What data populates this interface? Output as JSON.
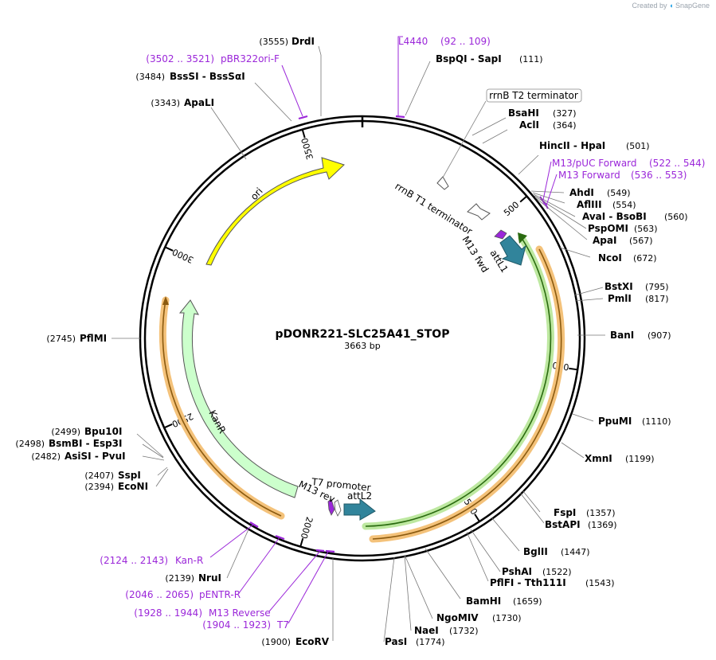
{
  "watermark": {
    "prefix": "Created by",
    "brand": "SnapGene"
  },
  "plasmid": {
    "name": "pDONR221-SLC25A41_STOP",
    "size_label": "3663 bp",
    "length": 3663
  },
  "ticks": [
    {
      "label": "500",
      "pos": 500
    },
    {
      "label": "1000",
      "pos": 1000
    },
    {
      "label": "1500",
      "pos": 1500
    },
    {
      "label": "2000",
      "pos": 2000
    },
    {
      "label": "2500",
      "pos": 2500
    },
    {
      "label": "3000",
      "pos": 3000
    },
    {
      "label": "3500",
      "pos": 3500
    }
  ],
  "sites": [
    {
      "pre": "(3555)",
      "name": "DrdI"
    },
    {
      "name": "BspQI - SapI",
      "post": "(111)"
    },
    {
      "name": "BsaHI",
      "post": "(327)"
    },
    {
      "name": "AclI",
      "post": "(364)"
    },
    {
      "name": "HincII - HpaI",
      "post": "(501)"
    },
    {
      "name": "AhdI",
      "post": "(549)"
    },
    {
      "name": "AflIII",
      "post": "(554)"
    },
    {
      "name": "AvaI - BsoBI",
      "post": "(560)"
    },
    {
      "name": "PspOMI",
      "post": "(563)"
    },
    {
      "name": "ApaI",
      "post": "(567)"
    },
    {
      "name": "NcoI",
      "post": "(672)"
    },
    {
      "name": "BstXI",
      "post": "(795)"
    },
    {
      "name": "PmlI",
      "post": "(817)"
    },
    {
      "name": "BanI",
      "post": "(907)"
    },
    {
      "name": "PpuMI",
      "post": "(1110)"
    },
    {
      "name": "XmnI",
      "post": "(1199)"
    },
    {
      "name": "FspI",
      "post": "(1357)"
    },
    {
      "name": "BstAPI",
      "post": "(1369)"
    },
    {
      "name": "BglII",
      "post": "(1447)"
    },
    {
      "name": "PshAI",
      "post": "(1522)"
    },
    {
      "name": "PflFI - Tth111I",
      "post": "(1543)"
    },
    {
      "name": "BamHI",
      "post": "(1659)"
    },
    {
      "name": "NgoMIV",
      "post": "(1730)"
    },
    {
      "name": "NaeI",
      "post": "(1732)"
    },
    {
      "name": "PasI",
      "post": "(1774)"
    },
    {
      "pre": "(1900)",
      "name": "EcoRV"
    },
    {
      "pre": "(2139)",
      "name": "NruI"
    },
    {
      "pre": "(2394)",
      "name": "EcoNI"
    },
    {
      "pre": "(2407)",
      "name": "SspI"
    },
    {
      "pre": "(2482)",
      "name": "AsiSI - PvuI"
    },
    {
      "pre": "(2498)",
      "name": "BsmBI - Esp3I"
    },
    {
      "pre": "(2499)",
      "name": "Bpu10I"
    },
    {
      "pre": "(2745)",
      "name": "PflMI"
    },
    {
      "pre": "(3343)",
      "name": "ApaLI"
    },
    {
      "pre": "(3484)",
      "name": "BssSI - BssSαI"
    }
  ],
  "primers": [
    {
      "name": "L4440",
      "range": "(92 .. 109)"
    },
    {
      "name": "M13/pUC Forward",
      "range": "(522 .. 544)"
    },
    {
      "name": "M13 Forward",
      "range": "(536 .. 553)"
    },
    {
      "range": "(2124 .. 2143)",
      "name": "Kan-R"
    },
    {
      "range": "(2046 .. 2065)",
      "name": "pENTR-R"
    },
    {
      "range": "(1928 .. 1944)",
      "name": "M13 Reverse"
    },
    {
      "range": "(1904 .. 1923)",
      "name": "T7"
    },
    {
      "range": "(3502 .. 3521)",
      "name": "pBR322ori-F"
    }
  ],
  "features": {
    "rrnB_T2": "rrnB T2 terminator",
    "rrnB_T1": "rrnB T1 terminator",
    "m13_fwd": "M13 fwd",
    "attL1": "attL1",
    "attL2": "attL2",
    "t7_promoter": "T7 promoter",
    "m13_rev": "M13 rev",
    "kanR": "KanR",
    "ori": "ori"
  },
  "colors": {
    "ori": "#ffff00",
    "kanR": "#ccffcc",
    "att": "#31849b",
    "primer": "#9b27d9",
    "orange_band": "#f4c27a",
    "green_band": "#bde8a0"
  }
}
